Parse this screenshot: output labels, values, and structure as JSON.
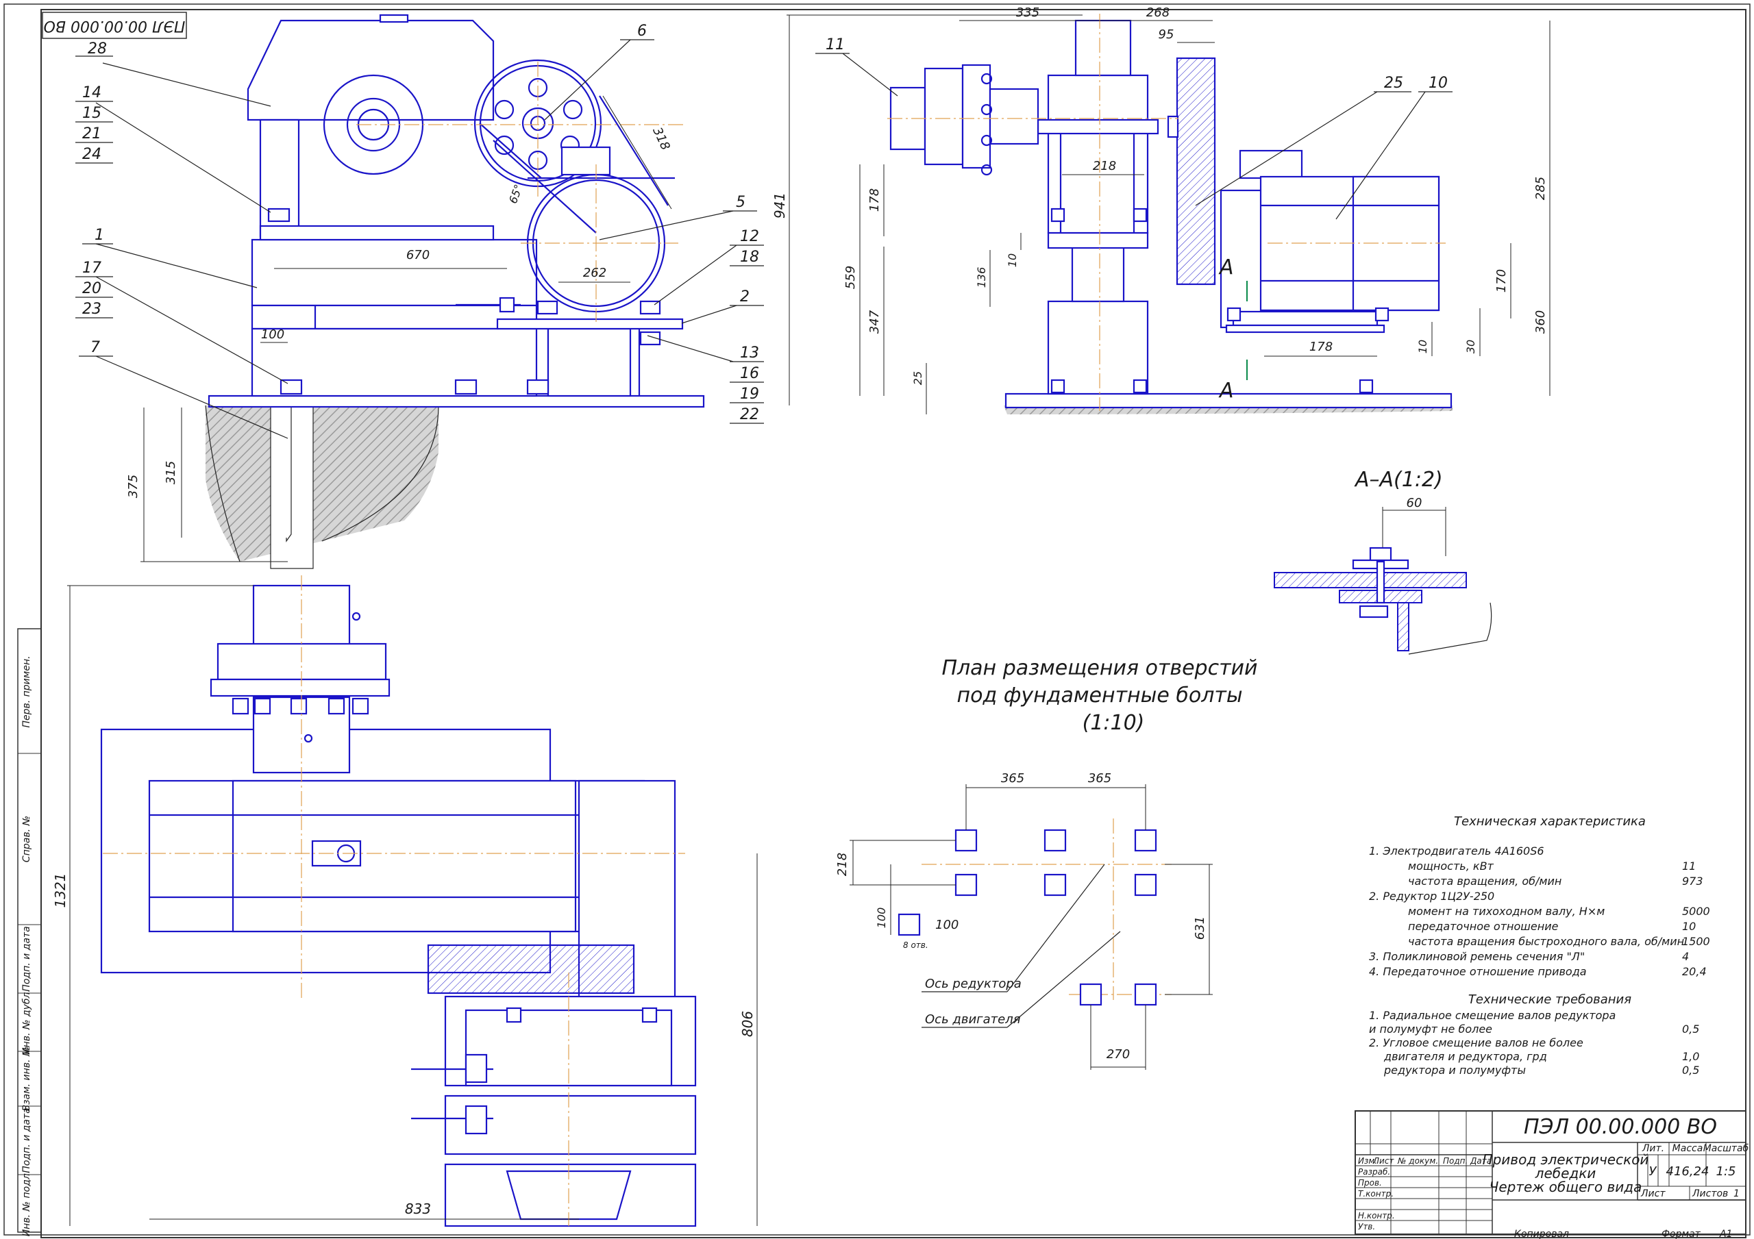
{
  "stamp_code_rotated": "ПЭЛ 00.00.000 ВО",
  "document_code": "ПЭЛ 00.00.000 ВО",
  "callouts": [
    "28",
    "14",
    "15",
    "21",
    "24",
    "1",
    "17",
    "20",
    "23",
    "7",
    "6",
    "5",
    "12",
    "18",
    "2",
    "13",
    "16",
    "19",
    "22",
    "11",
    "25",
    "10"
  ],
  "front_dims": {
    "d670": "670",
    "d262": "262",
    "d100": "100",
    "d375": "375",
    "d315": "315",
    "d318": "318",
    "d65": "65°"
  },
  "side_dims": {
    "d335": "335",
    "d268": "268",
    "d95": "95",
    "d941": "941",
    "d218": "218",
    "d178": "178",
    "d559": "559",
    "d136": "136",
    "d10a": "10",
    "d347": "347",
    "d25": "25",
    "d285": "285",
    "d170": "170",
    "d360": "360",
    "d178b": "178",
    "d10b": "10",
    "d30": "30",
    "secA1": "А",
    "secA2": "А"
  },
  "plan_dims": {
    "d1321": "1321",
    "d833": "833",
    "d806": "806"
  },
  "section": {
    "title": "А–А(1:2)",
    "d60": "60"
  },
  "holes_plan": {
    "title_l1": "План размещения отверстий",
    "title_l2": "под фундаментные болты",
    "title_l3": "(1:10)",
    "d365a": "365",
    "d365b": "365",
    "d218": "218",
    "d100v": "100",
    "d100h": "100",
    "holes": "8 отв.",
    "d631": "631",
    "d270": "270",
    "axis_reducer": "Ось редуктора",
    "axis_motor": "Ось двигателя"
  },
  "tech_char": {
    "title": "Техническая характеристика",
    "rows": [
      {
        "label": "1. Электродвигатель 4А160S6",
        "value": ""
      },
      {
        "label": "мощность, кВт",
        "value": "11",
        "indent": true
      },
      {
        "label": "частота вращения, об/мин",
        "value": "973",
        "indent": true
      },
      {
        "label": "2. Редуктор 1Ц2У-250",
        "value": ""
      },
      {
        "label": "момент на тихоходном валу, Н×м",
        "value": "5000",
        "indent": true
      },
      {
        "label": "передаточное отношение",
        "value": "10",
        "indent": true
      },
      {
        "label": "частота вращения быстроходного вала, об/мин",
        "value": "1500",
        "indent": true
      },
      {
        "label": "3. Поликлиновой ремень сечения \"Л\"",
        "value": "4"
      },
      {
        "label": "4. Передаточное отношение привода",
        "value": "20,4"
      }
    ]
  },
  "tech_req": {
    "title": "Технические требования",
    "rows": [
      {
        "label": "1. Радиальное смещение валов редуктора",
        "value": ""
      },
      {
        "label": "и полумуфт не более",
        "value": "0,5"
      },
      {
        "label": "2. Угловое смещение валов не более",
        "value": ""
      },
      {
        "label": "двигателя и редуктора, грд",
        "value": "1,0",
        "indent": true
      },
      {
        "label": "редуктора и полумуфты",
        "value": "0,5",
        "indent": true
      }
    ]
  },
  "title_block": {
    "name_l1": "Привод электрической",
    "name_l2": "лебедки",
    "name_l3": "Чертеж общего вида",
    "col_izm": "Изм.",
    "col_list": "Лист",
    "col_docnum": "№ докум.",
    "col_podp": "Подп.",
    "col_data": "Дата",
    "r_razrab": "Разраб.",
    "r_prov": "Пров.",
    "r_tkontr": "Т.контр.",
    "r_nkontr": "Н.контр.",
    "r_utv": "Утв.",
    "lit": "Лит.",
    "massa": "Масса",
    "masshtab": "Масштаб",
    "lit_val": "У",
    "massa_val": "416,24",
    "masshtab_val": "1:5",
    "list": "Лист",
    "listov": "Листов",
    "listov_val": "1",
    "kopiroval": "Копировал",
    "format": "Формат",
    "format_val": "А1"
  },
  "side_strip": [
    "Перв. примен.",
    "Справ. №",
    "Подп. и дата",
    "Инв. № дубл.",
    "Взам. инв. №",
    "Подп. и дата",
    "Инв. № подл."
  ]
}
